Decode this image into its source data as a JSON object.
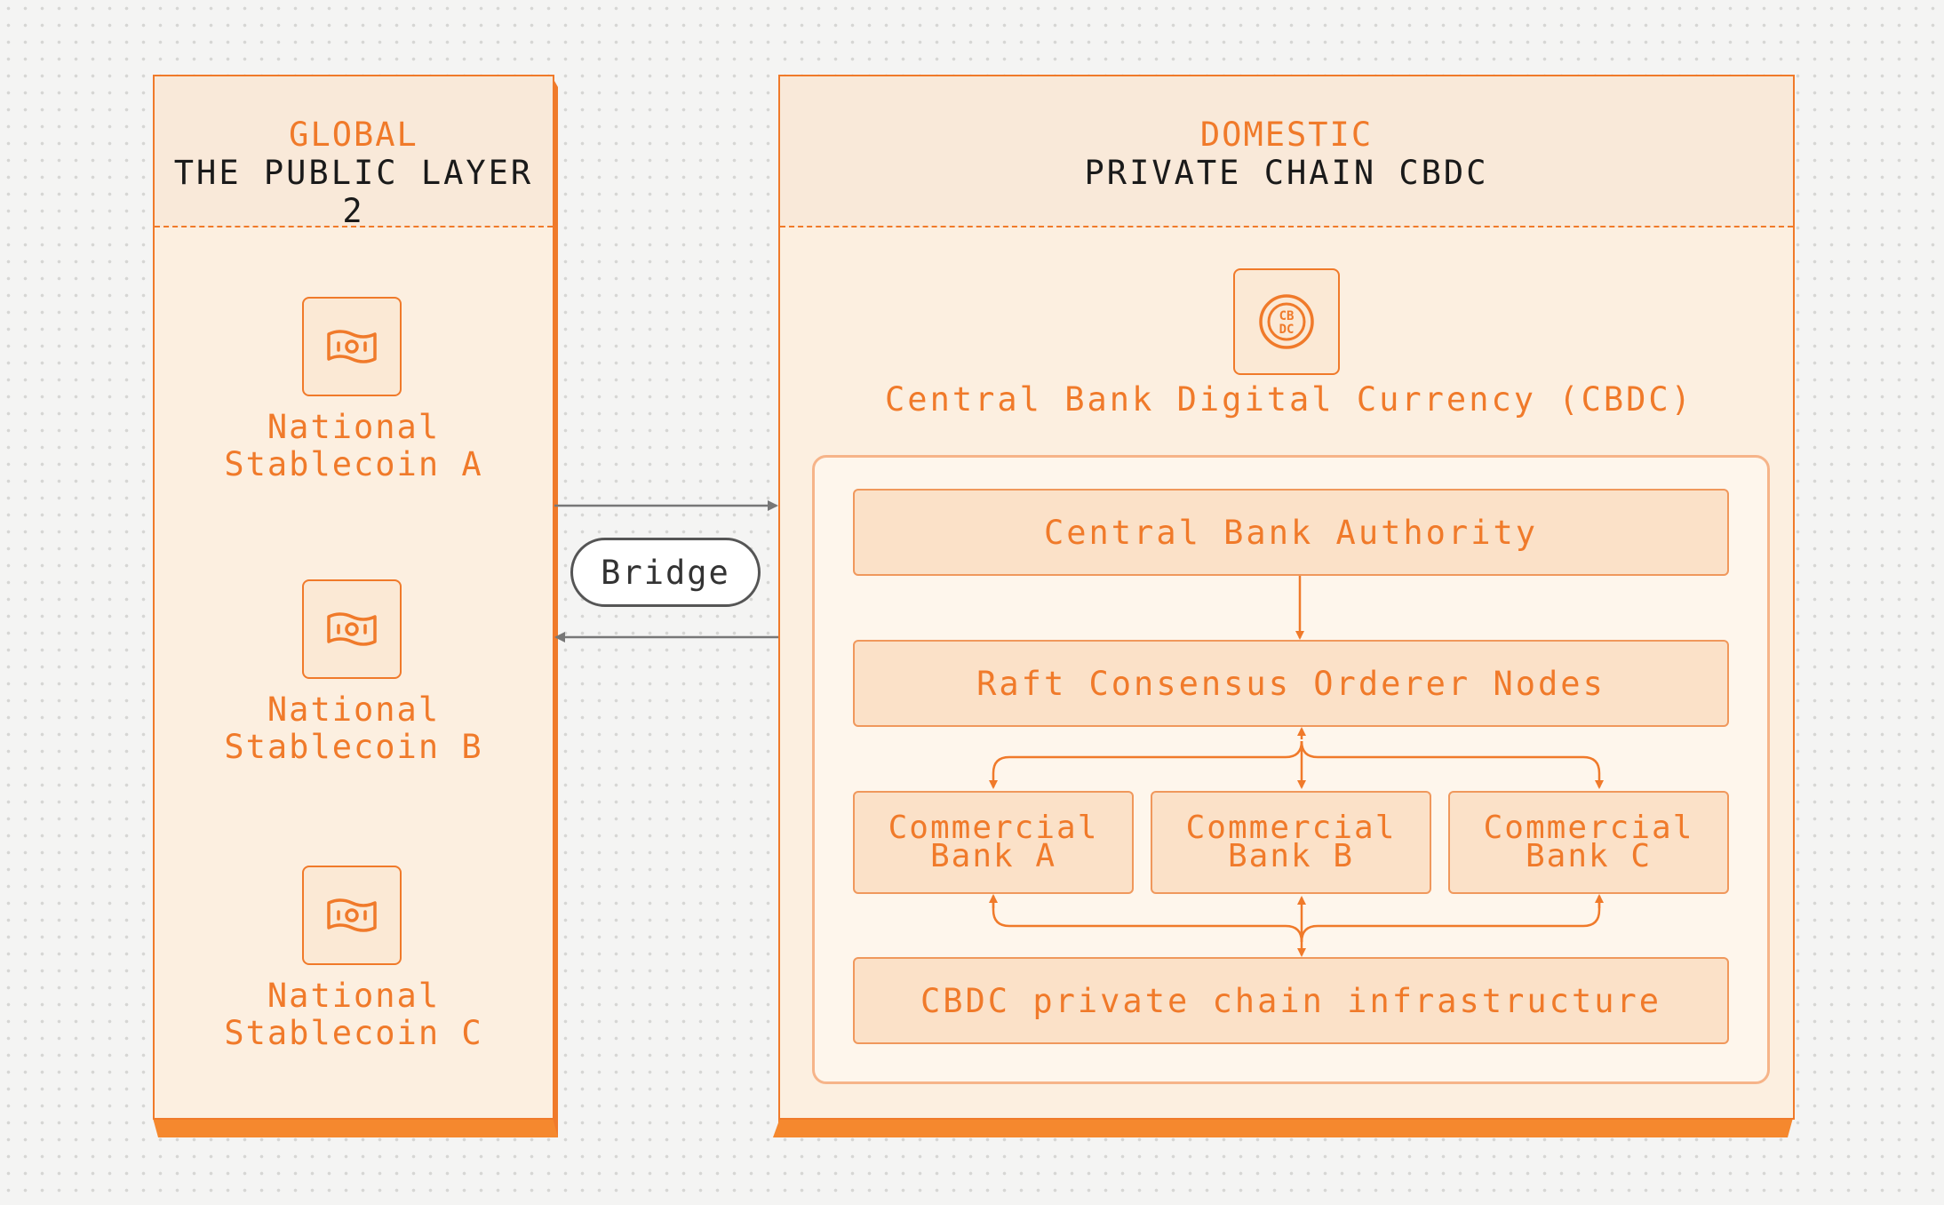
{
  "global": {
    "label": "GLOBAL",
    "title": "THE PUBLIC LAYER 2",
    "coins": [
      {
        "line1": "National",
        "line2": "Stablecoin A"
      },
      {
        "line1": "National",
        "line2": "Stablecoin B"
      },
      {
        "line1": "National",
        "line2": "Stablecoin C"
      }
    ]
  },
  "domestic": {
    "label": "DOMESTIC",
    "title": "PRIVATE CHAIN CBDC",
    "cbdc_icon_text": "CB DC",
    "cbdc_title": "Central Bank Digital Currency (CBDC)",
    "authority": "Central Bank Authority",
    "orderer": "Raft Consensus Orderer Nodes",
    "banks": [
      {
        "line1": "Commercial",
        "line2": "Bank A"
      },
      {
        "line1": "Commercial",
        "line2": "Bank B"
      },
      {
        "line1": "Commercial",
        "line2": "Bank C"
      }
    ],
    "infrastructure": "CBDC private chain infrastructure"
  },
  "bridge": {
    "label": "Bridge"
  },
  "colors": {
    "accent": "#f07a2a",
    "panel_fill": "#fcefe0",
    "node_fill": "#fbe1c8",
    "arrow_gray": "#777777"
  },
  "icons": {
    "stablecoin": "banknote-icon",
    "cbdc": "cbdc-coin-icon"
  }
}
